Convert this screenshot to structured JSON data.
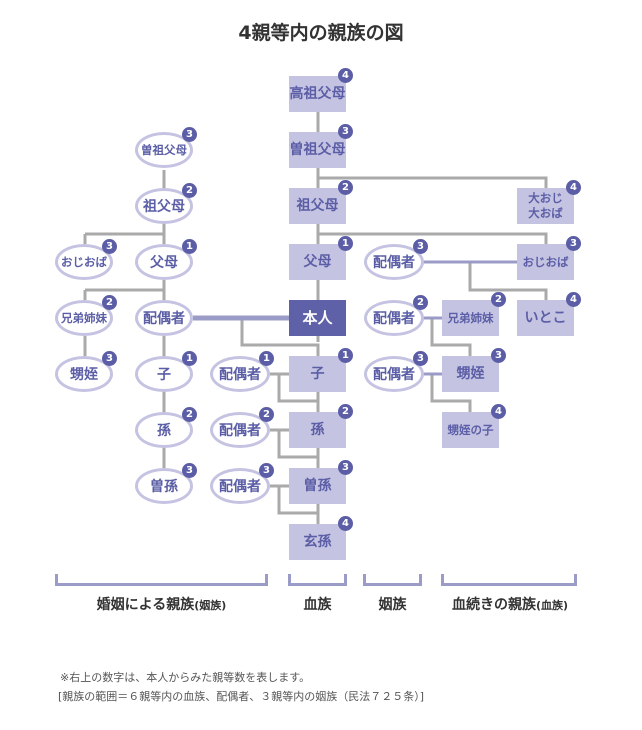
{
  "title": "4親等内の親族の図",
  "center": [
    {
      "label": "高祖父母",
      "degree": "4"
    },
    {
      "label": "曽祖父母",
      "degree": "3"
    },
    {
      "label": "祖父母",
      "degree": "2"
    },
    {
      "label": "父母",
      "degree": "1"
    },
    {
      "label": "本人"
    },
    {
      "label": "子",
      "degree": "1"
    },
    {
      "label": "孫",
      "degree": "2"
    },
    {
      "label": "曽孫",
      "degree": "3"
    },
    {
      "label": "玄孫",
      "degree": "4"
    }
  ],
  "right": {
    "great_uncle": {
      "line1": "大おじ",
      "line2": "大おば",
      "degree": "4"
    },
    "uncle": {
      "label": "おじおば",
      "degree": "3"
    },
    "cousin": {
      "label": "いとこ",
      "degree": "4"
    },
    "siblings": {
      "label": "兄弟姉妹",
      "degree": "2"
    },
    "nephew": {
      "label": "甥姪",
      "degree": "3"
    },
    "nephew_child": {
      "label": "甥姪の子",
      "degree": "4"
    },
    "spouses": [
      {
        "label": "配偶者",
        "degree": "3"
      },
      {
        "label": "配偶者",
        "degree": "2"
      },
      {
        "label": "配偶者",
        "degree": "3"
      }
    ]
  },
  "left": {
    "great_grandparents": {
      "label": "曽祖父母",
      "degree": "3"
    },
    "grandparents": {
      "label": "祖父母",
      "degree": "2"
    },
    "uncle": {
      "label": "おじおば",
      "degree": "3"
    },
    "parents": {
      "label": "父母",
      "degree": "1"
    },
    "siblings": {
      "label": "兄弟姉妹",
      "degree": "2"
    },
    "spouse": {
      "label": "配偶者"
    },
    "nephew": {
      "label": "甥姪",
      "degree": "3"
    },
    "child": {
      "label": "子",
      "degree": "1"
    },
    "grandchild": {
      "label": "孫",
      "degree": "2"
    },
    "great_grandchild": {
      "label": "曽孫",
      "degree": "3"
    }
  },
  "mid_spouses": [
    {
      "label": "配偶者",
      "degree": "1"
    },
    {
      "label": "配偶者",
      "degree": "2"
    },
    {
      "label": "配偶者",
      "degree": "3"
    }
  ],
  "brackets": [
    {
      "label": "婚姻による親族",
      "sub": "(姻族)"
    },
    {
      "label": "血族"
    },
    {
      "label": "姻族"
    },
    {
      "label": "血続きの親族",
      "sub": "(血族)"
    }
  ],
  "notes": [
    "※右上の数字は、本人からみた親等数を表します。",
    "[親族の範囲＝６親等内の血族、配偶者、３親等内の姻族（民法７２５条）]"
  ]
}
